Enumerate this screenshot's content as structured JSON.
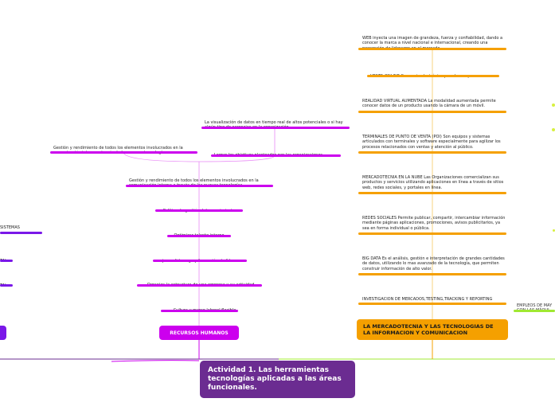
{
  "colors": {
    "purple": "#6b2c91",
    "magenta": "#cc00ee",
    "violet": "#7a18e8",
    "orange": "#f5a000",
    "green": "#a0e832",
    "center_text": "#ffffff"
  },
  "central": {
    "title": "Actividad 1. Las herramientas tecnologías aplicadas a las áreas funcionales."
  },
  "rrhh": {
    "title": "RECURSOS HUMANOS",
    "items": [
      "Cultura y marco laboral flexible",
      "Organiza la estructura de una empresa y su actividad",
      "ejercer liderazgo y formación de líderes",
      "Optimizar talento interno",
      "Política de gestión del conocimiento",
      "Gestión y rendimiento de todos los elementos involucrados en la comunicación interna a través de las nuevas tecnologías"
    ],
    "sub": {
      "left": "Gestión y rendimiento de todos los elementos involucrados en la comunicación interna a través de las nuevas tecnologías",
      "right_top": "La visualización de datos en tiempo real de altos potenciales o si hay algún tipo de carencias en la organización.",
      "right_bottom": "Lograr los objetivos planteados por las organizaciones."
    }
  },
  "marketing": {
    "title": "LA MERCADOTECNIA Y LAS TECNOLOGIAS DE LA INFORMACION Y COMUNICACION",
    "items": [
      "INVESTIGACION DE MERCADOS,TESTING,TRACKING Y REPORTING",
      "BIG DATA Es el análisis, gestión e interpretación de grandes cantidades de datos, utilizando lo mas avanzado de la tecnología, que permiten construir información de alto valor.",
      "REDES SOCIALES Permite publicar, compartir, intercambiar información mediante páginas aplicaciones, promociones, avisos publicitarios, ya sea en forma individual o pública.",
      "MERCADOTECNIA EN LA NUBE Las Organizaciones comercializan sus productos y servicios utilizando aplicaciones en línea a través de sitios web, redes sociales, y portales en línea.",
      "TERMINALES DE PUNTO DE VENTA (POI)  Son equipos y sistemas articulados con terminales y software especialmente para agilizar los procesos relacionados con ventas y atención al público.",
      "REALIDAD VIRTUAL AUMENTADA La modalidad aumentada permite conocer datos de un producto usando la cámara de un móvil.",
      "VENTA ONLINE  Comercio electrónico para las empresas",
      "WEB inyecta una imagen de grandeza, fuerza y confiabilidad, dando a conocer la marca a nivel nacional e internacional, creando una percepción de liderazgo en el mercado"
    ]
  },
  "right_partial": {
    "text": "EMPLEOS DE MAY\nCON LAS MÁQUI"
  },
  "left_partial": {
    "items": [
      "SISTEMAS",
      "TAL",
      "TAL"
    ]
  }
}
